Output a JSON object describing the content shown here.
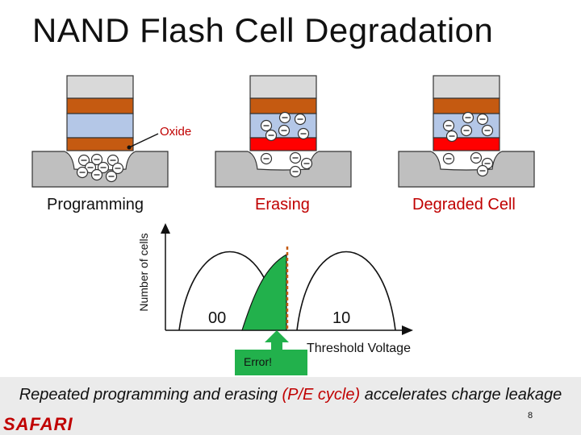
{
  "slide": {
    "title": "NAND Flash Cell Degradation",
    "oxide_label": "Oxide",
    "states": [
      {
        "label": "Programming",
        "color": "#111111"
      },
      {
        "label": "Erasing",
        "color": "#c00000"
      },
      {
        "label": "Degraded Cell",
        "color": "#c00000"
      }
    ],
    "plot": {
      "ylabel": "Number of cells",
      "xlabel": "Threshold Voltage",
      "state_left": "00",
      "state_right": "10",
      "error_label": "Error!"
    },
    "footnote": {
      "part1": "Repeated programming and erasing ",
      "highlight": "(P/E cycle)",
      "part2": " accelerates charge leakage"
    },
    "brand": "SAFARI",
    "page_number": "8",
    "colors": {
      "gate_gray": "#d9d9d9",
      "layer_orange": "#c55a11",
      "layer_blue": "#b4c7e7",
      "layer_red": "#ff0000",
      "substrate": "#bfbfbf",
      "error_green": "#22b14c",
      "threshold_dash": "#c55a11",
      "accent_red": "#c00000"
    }
  }
}
